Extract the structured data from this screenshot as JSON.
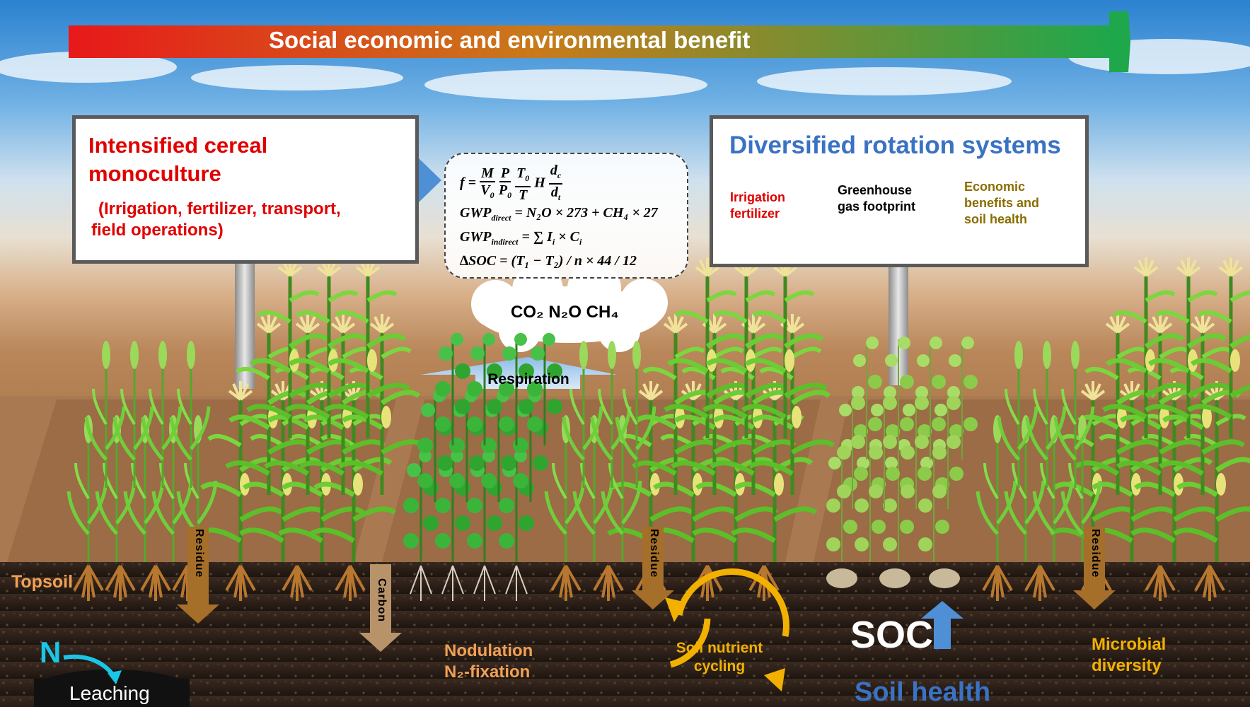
{
  "banner": {
    "text": "Social economic and environmental benefit"
  },
  "left_board": {
    "title_line1": "Intensified cereal",
    "title_line2": "monoculture",
    "subtitle_line1": "(Irrigation, fertilizer, transport,",
    "subtitle_line2": "field operations)"
  },
  "equations": {
    "eq1_lhs": "f =",
    "eq2": "GWP",
    "eq2_sub": "direct",
    "eq2_rhs": "= N₂O × 273 + CH₄ × 27",
    "eq3": "GWP",
    "eq3_sub": "indirect",
    "eq3_rhs": "= ∑ I",
    "eq3_tail": "× C",
    "eq4": "∆SOC = (T₁ − T₂) / n × 44 / 12"
  },
  "cloud": {
    "text": "CO₂ N₂O CH₄"
  },
  "respiration": {
    "label": "Respiration"
  },
  "right_board": {
    "title": "Diversified rotation systems",
    "item1_line1": "Irrigation",
    "item1_line2": "fertilizer",
    "item2_line1": "Greenhouse",
    "item2_line2": "gas footprint",
    "item3_line1": "Economic",
    "item3_line2": "benefits and",
    "item3_line3": "soil health"
  },
  "soil_labels": {
    "topsoil": "Topsoil",
    "residue": "Residue",
    "carbon": "Carbon",
    "nodulation_line1": "Nodulation",
    "nodulation_line2": "N₂-fixation",
    "nutrient_line1": "Soil nutrient",
    "nutrient_line2": "cycling",
    "soc": "SOC",
    "soil_health": "Soil health",
    "microbial_line1": "Microbial",
    "microbial_line2": "diversity",
    "n_symbol": "N",
    "leaching": "Leaching"
  },
  "colors": {
    "banner_start": "#e8181a",
    "banner_mid": "#c97a1a",
    "banner_end": "#1fa74c",
    "red_text": "#e00000",
    "blue_title": "#3a72c4",
    "arrow_blue": "#4f8fd6",
    "olive_text": "#8a6d00",
    "soil_label": "#f0a055",
    "nutrient_yellow": "#f2b000",
    "cyan": "#19c6e6"
  }
}
